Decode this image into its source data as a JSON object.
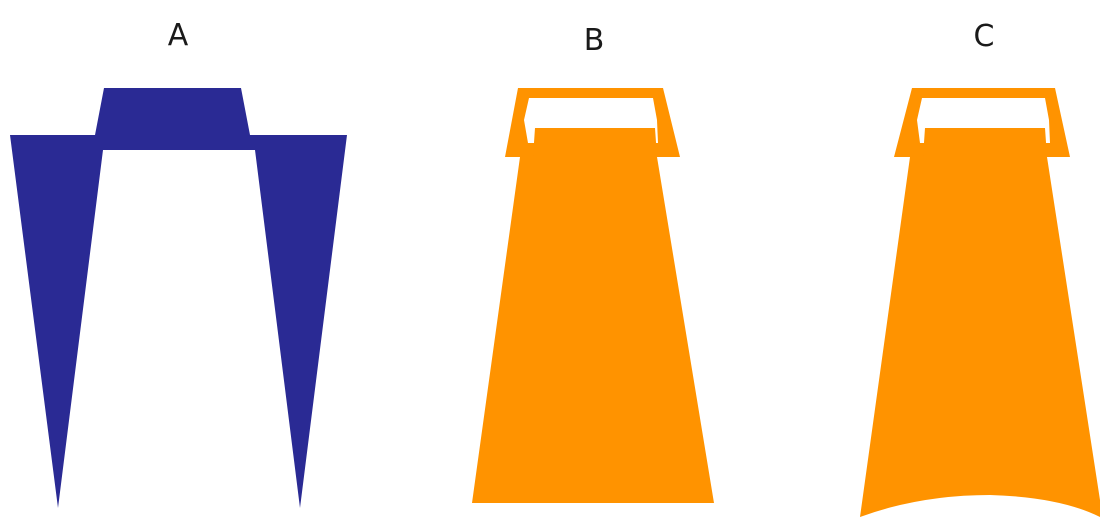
{
  "panels": [
    {
      "label": "A",
      "fill_color": "#2a2a94",
      "shape": "inverted-U frame with trapezoidal cap"
    },
    {
      "label": "B",
      "fill_color": "#ff9300",
      "shape": "tapered body with hollow rectangular cap, flat base"
    },
    {
      "label": "C",
      "fill_color": "#ff9300",
      "shape": "tapered body with hollow rectangular cap, curved base"
    }
  ]
}
